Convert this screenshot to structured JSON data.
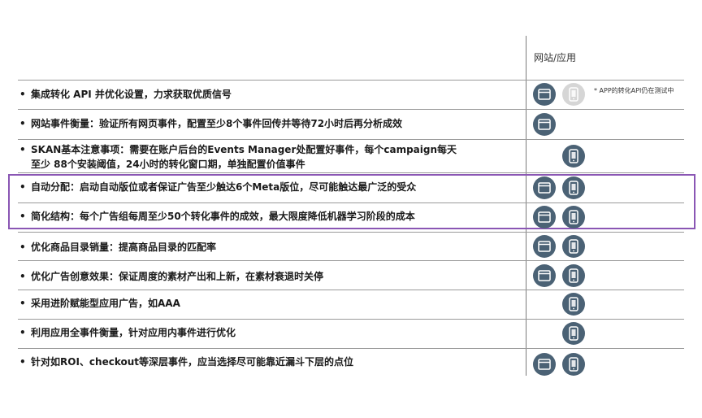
{
  "header": {
    "column_label": "网站/应用"
  },
  "note": "* APP的转化API仍在测试中",
  "bullet_char": "•",
  "rows": [
    {
      "text": "集成转化 API  并优化设置，力求获取优质信号",
      "icons": [
        "web",
        "app-dim"
      ]
    },
    {
      "text": "网站事件衡量：验证所有网页事件，配置至少8个事件回传并等待72小时后再分析成效",
      "icons": [
        "web"
      ]
    },
    {
      "text": "SKAN基本注意事项：需要在账户后台的Events Manager处配置好事件，每个campaign每天\n至少 88个安装阈值，24小时的转化窗口期，单独配置价值事件",
      "icons": [
        "none",
        "app"
      ]
    },
    {
      "text": "自动分配：启动自动版位或者保证广告至少触达6个Meta版位，尽可能触达最广泛的受众",
      "icons": [
        "web",
        "app"
      ]
    },
    {
      "text": "简化结构：每个广告组每周至少50个转化事件的成效，最大限度降低机器学习阶段的成本",
      "icons": [
        "web",
        "app"
      ]
    },
    {
      "text": " 优化商品目录销量：提高商品目录的匹配率",
      "icons": [
        "web",
        "app"
      ]
    },
    {
      "text": " 优化广告创意效果：保证周度的素材产出和上新，在素材衰退时关停",
      "icons": [
        "web",
        "app"
      ]
    },
    {
      "text": "采用进阶赋能型应用广告，如AAA",
      "icons": [
        "none",
        "app"
      ]
    },
    {
      "text": "利用应用全事件衡量，针对应用内事件进行优化",
      "icons": [
        "none",
        "app"
      ]
    },
    {
      "text": "针对如ROI、checkout等深层事件，应当选择尽可能靠近漏斗下层的点位",
      "icons": [
        "web",
        "app"
      ]
    }
  ]
}
